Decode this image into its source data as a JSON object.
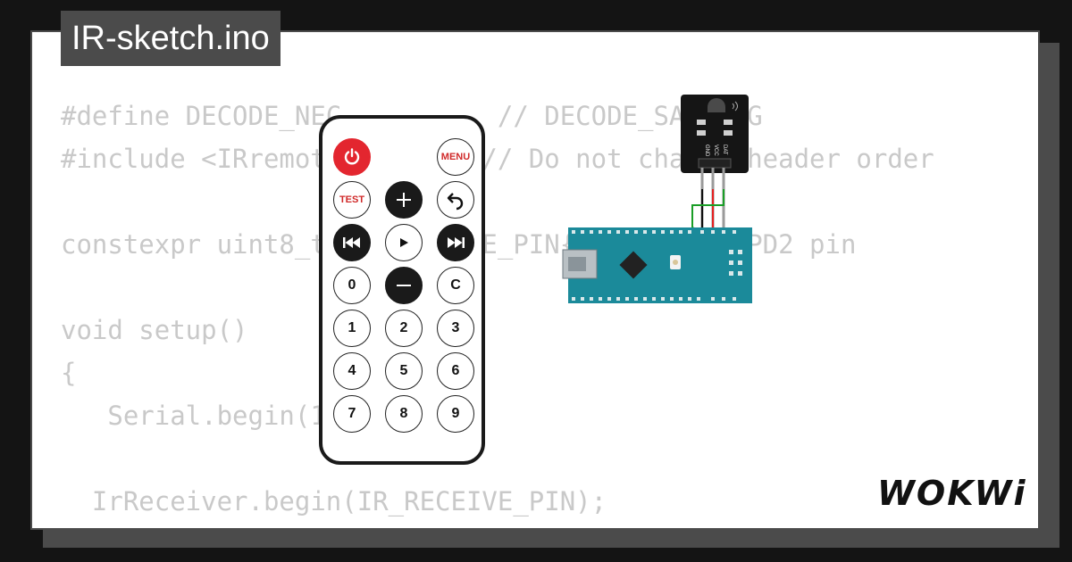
{
  "title": "IR-sketch.ino",
  "code_lines": [
    "#define DECODE_NEC          // DECODE_SAMSUNG",
    "#include <IRremote.hpp>    // Do not change header order",
    "",
    "constexpr uint8_t IR_RECEIVE_PIN{2};  // -> PD2 pin",
    "",
    "void setup()",
    "{",
    "   Serial.begin(115200);",
    "",
    "  IrReceiver.begin(IR_RECEIVE_PIN);"
  ],
  "remote": {
    "buttons": {
      "menu": "MENU",
      "test": "TEST",
      "zero": "0",
      "c": "C",
      "one": "1",
      "two": "2",
      "three": "3",
      "four": "4",
      "five": "5",
      "six": "6",
      "seven": "7",
      "eight": "8",
      "nine": "9"
    },
    "icons": {
      "power": "power-icon",
      "plus": "plus-icon",
      "back": "back-arrow-icon",
      "prev": "rewind-icon",
      "play": "play-icon",
      "next": "fast-forward-icon",
      "minus": "minus-icon"
    }
  },
  "receiver": {
    "pins": [
      "GND",
      "VCC",
      "DAT"
    ]
  },
  "brand": {
    "logo": "WOKWi"
  },
  "colors": {
    "background": "#141414",
    "panel": "#ffffff",
    "tab": "#4b4b4b",
    "code_text": "#c9c9c9",
    "board": "#1b8a9a",
    "power_button": "#e3262f",
    "wire_green": "#1a9e27",
    "wire_red": "#e52020",
    "wire_black": "#111111"
  }
}
